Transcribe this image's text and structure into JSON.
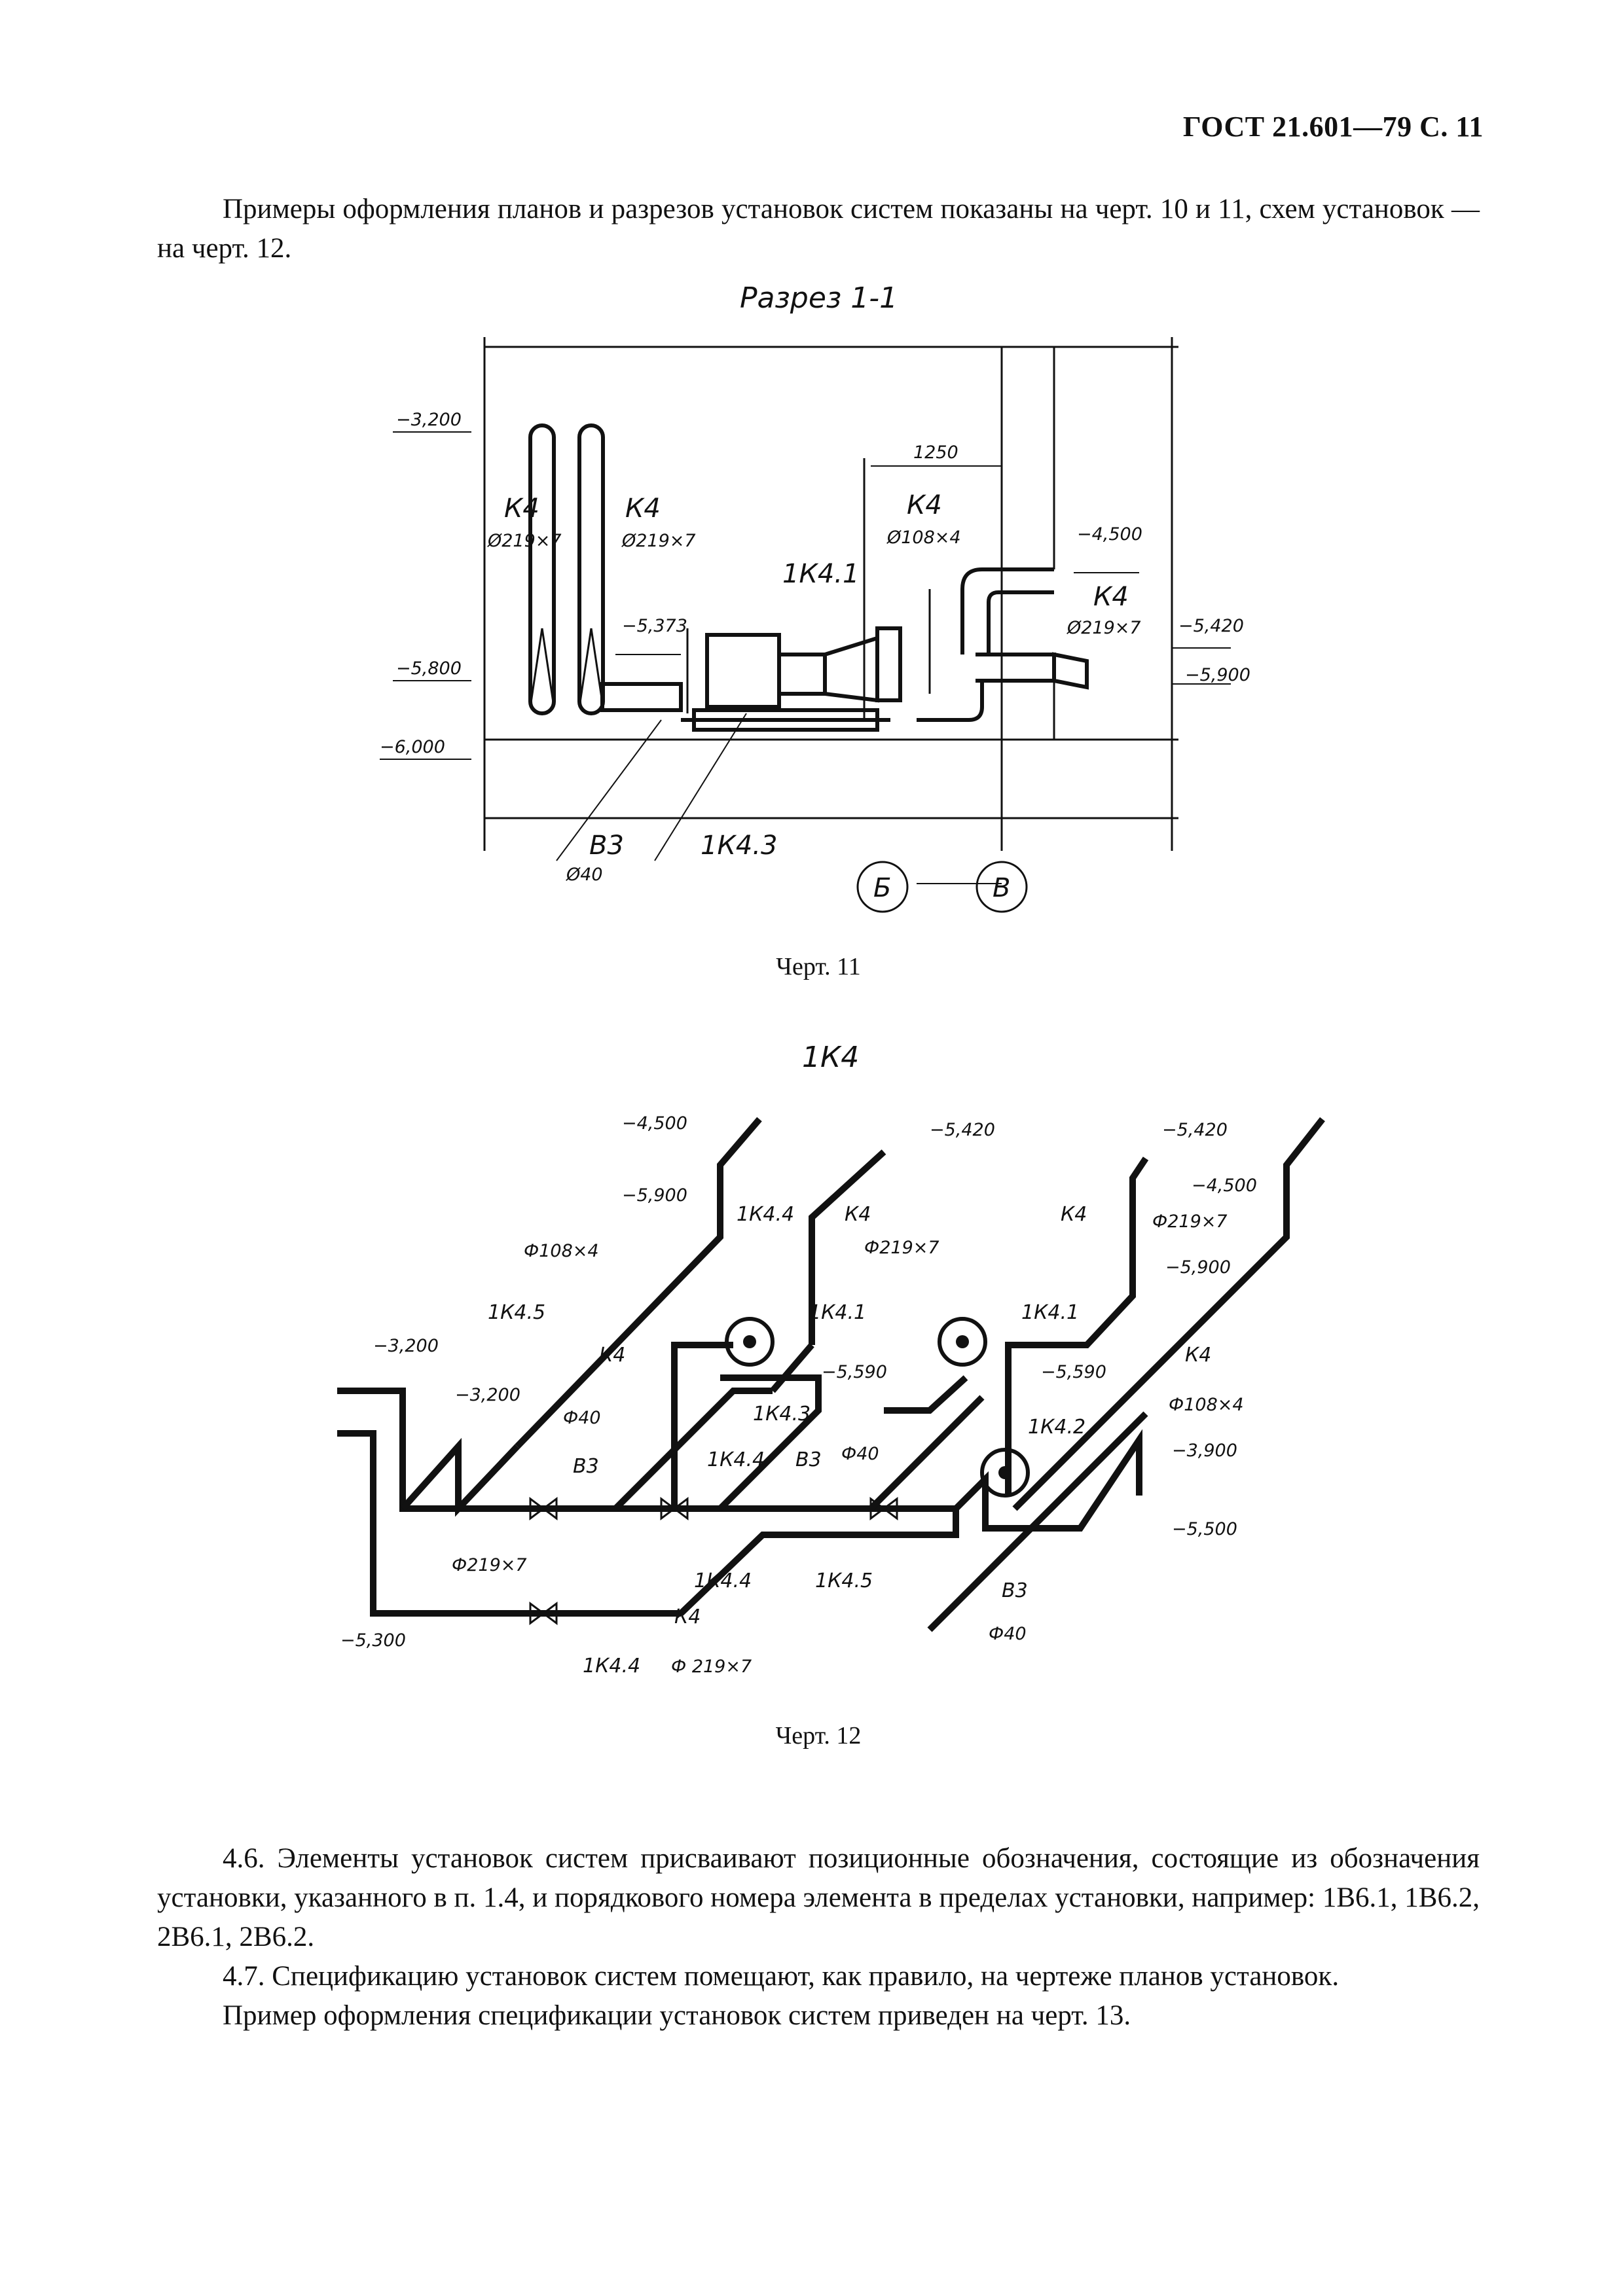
{
  "header": "ГОСТ 21.601—79 С. 11",
  "intro_paragraph": "Примеры оформления планов и разрезов установок систем показаны на черт. 10 и 11, схем установок — на черт. 12.",
  "figure11": {
    "title": "Разрез 1-1",
    "caption": "Черт. 11",
    "labels": {
      "k4_left_1": "К4",
      "k4_left_1_dia": "Ø219×7",
      "k4_left_2": "К4",
      "k4_left_2_dia": "Ø219×7",
      "k4_mid": "К4",
      "k4_mid_dia": "Ø108×4",
      "k4_right": "К4",
      "k4_right_dia": "Ø219×7",
      "pump": "1К4.1",
      "dim_1250": "1250",
      "lvl_m3200": "−3,200",
      "lvl_m5800": "−5,800",
      "lvl_m6000": "−6,000",
      "lvl_m5373": "−5,373",
      "lvl_m4500": "−4,500",
      "lvl_m5420": "−5,420",
      "lvl_m5900": "−5,900",
      "v3": "В3",
      "v3_dia": "Ø40",
      "k43": "1К4.3",
      "axis_b": "Б",
      "axis_v": "В"
    }
  },
  "figure12": {
    "title": "1К4",
    "caption": "Черт. 12",
    "labels": {
      "lvl_m4500_a": "−4,500",
      "lvl_m5900_a": "−5,900",
      "lvl_m5420_a": "−5,420",
      "lvl_m5420_b": "−5,420",
      "lvl_m4500_b": "−4,500",
      "lvl_m5900_b": "−5,900",
      "d108_a": "Ф108×4",
      "d219_a": "Ф219×7",
      "d219_b": "Ф219×7",
      "k44_top": "1К4.4",
      "k4_top_a": "К4",
      "k4_top_b": "К4",
      "k45_left": "1К4.5",
      "lvl_m3200_a": "−3,200",
      "lvl_m3200_b": "−3,200",
      "k4_a": "К4",
      "k41_a": "1К4.1",
      "k41_b": "1К4.1",
      "lvl_m5590_a": "−5,590",
      "lvl_m5590_b": "−5,590",
      "d40_a": "Ф40",
      "v3_a": "В3",
      "k43": "1К4.3",
      "k44_mid": "1К4.4",
      "v3_b": "В3",
      "d40_b": "Ф40",
      "k42": "1К4.2",
      "k4_b": "К4",
      "d108_b": "Ф108×4",
      "lvl_m3900": "−3,900",
      "lvl_m5500": "−5,500",
      "d219_c": "Ф219×7",
      "k44_low": "1К4.4",
      "k45_low": "1К4.5",
      "v3_c": "В3",
      "lvl_m5300": "−5,300",
      "k4_bottom": "К4",
      "k44_bottom": "1К4.4",
      "d219_bottom": "Ф 219×7",
      "d40_c": "Ф40"
    }
  },
  "para_4_6": "4.6. Элементы установок систем присваивают позиционные обозначения, состоящие из обозначения установки, указанного в п. 1.4, и порядкового номера элемента в пределах установки, например: 1В6.1, 1В6.2, 2В6.1, 2В6.2.",
  "para_4_7": "4.7. Спецификацию установок систем помещают, как правило, на чертеже планов установок.",
  "para_4_7b": "Пример оформления спецификации установок систем приведен на черт. 13."
}
